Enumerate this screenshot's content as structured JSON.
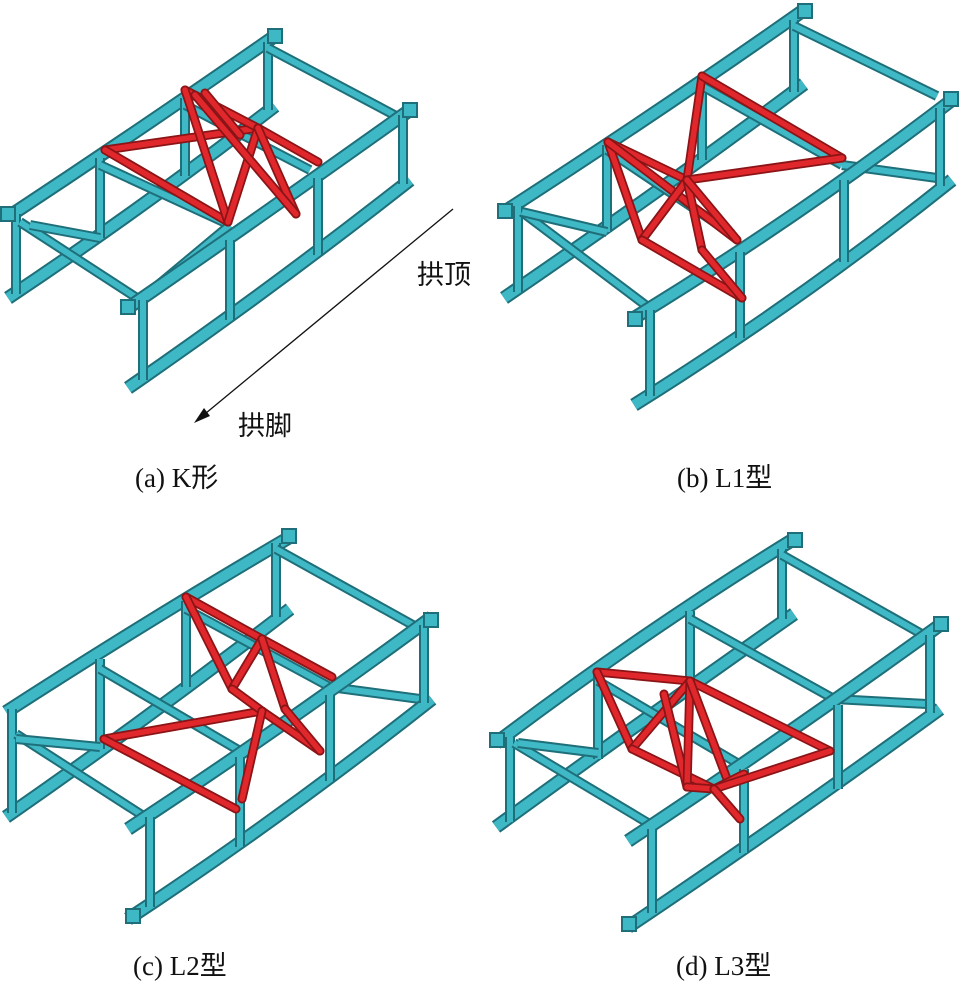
{
  "figure": {
    "panels": [
      {
        "id": "a",
        "caption": "(a) K形"
      },
      {
        "id": "b",
        "caption": "(b) L1型"
      },
      {
        "id": "c",
        "caption": "(c) L2型"
      },
      {
        "id": "d",
        "caption": "(d) L3型"
      }
    ],
    "direction": {
      "crown_label": "拱顶",
      "springing_label": "拱脚"
    },
    "colors": {
      "rib_fill": "#3fb8c6",
      "rib_edge": "#1e6f79",
      "brace_fill": "#e0272c",
      "brace_edge": "#8a1416"
    }
  }
}
